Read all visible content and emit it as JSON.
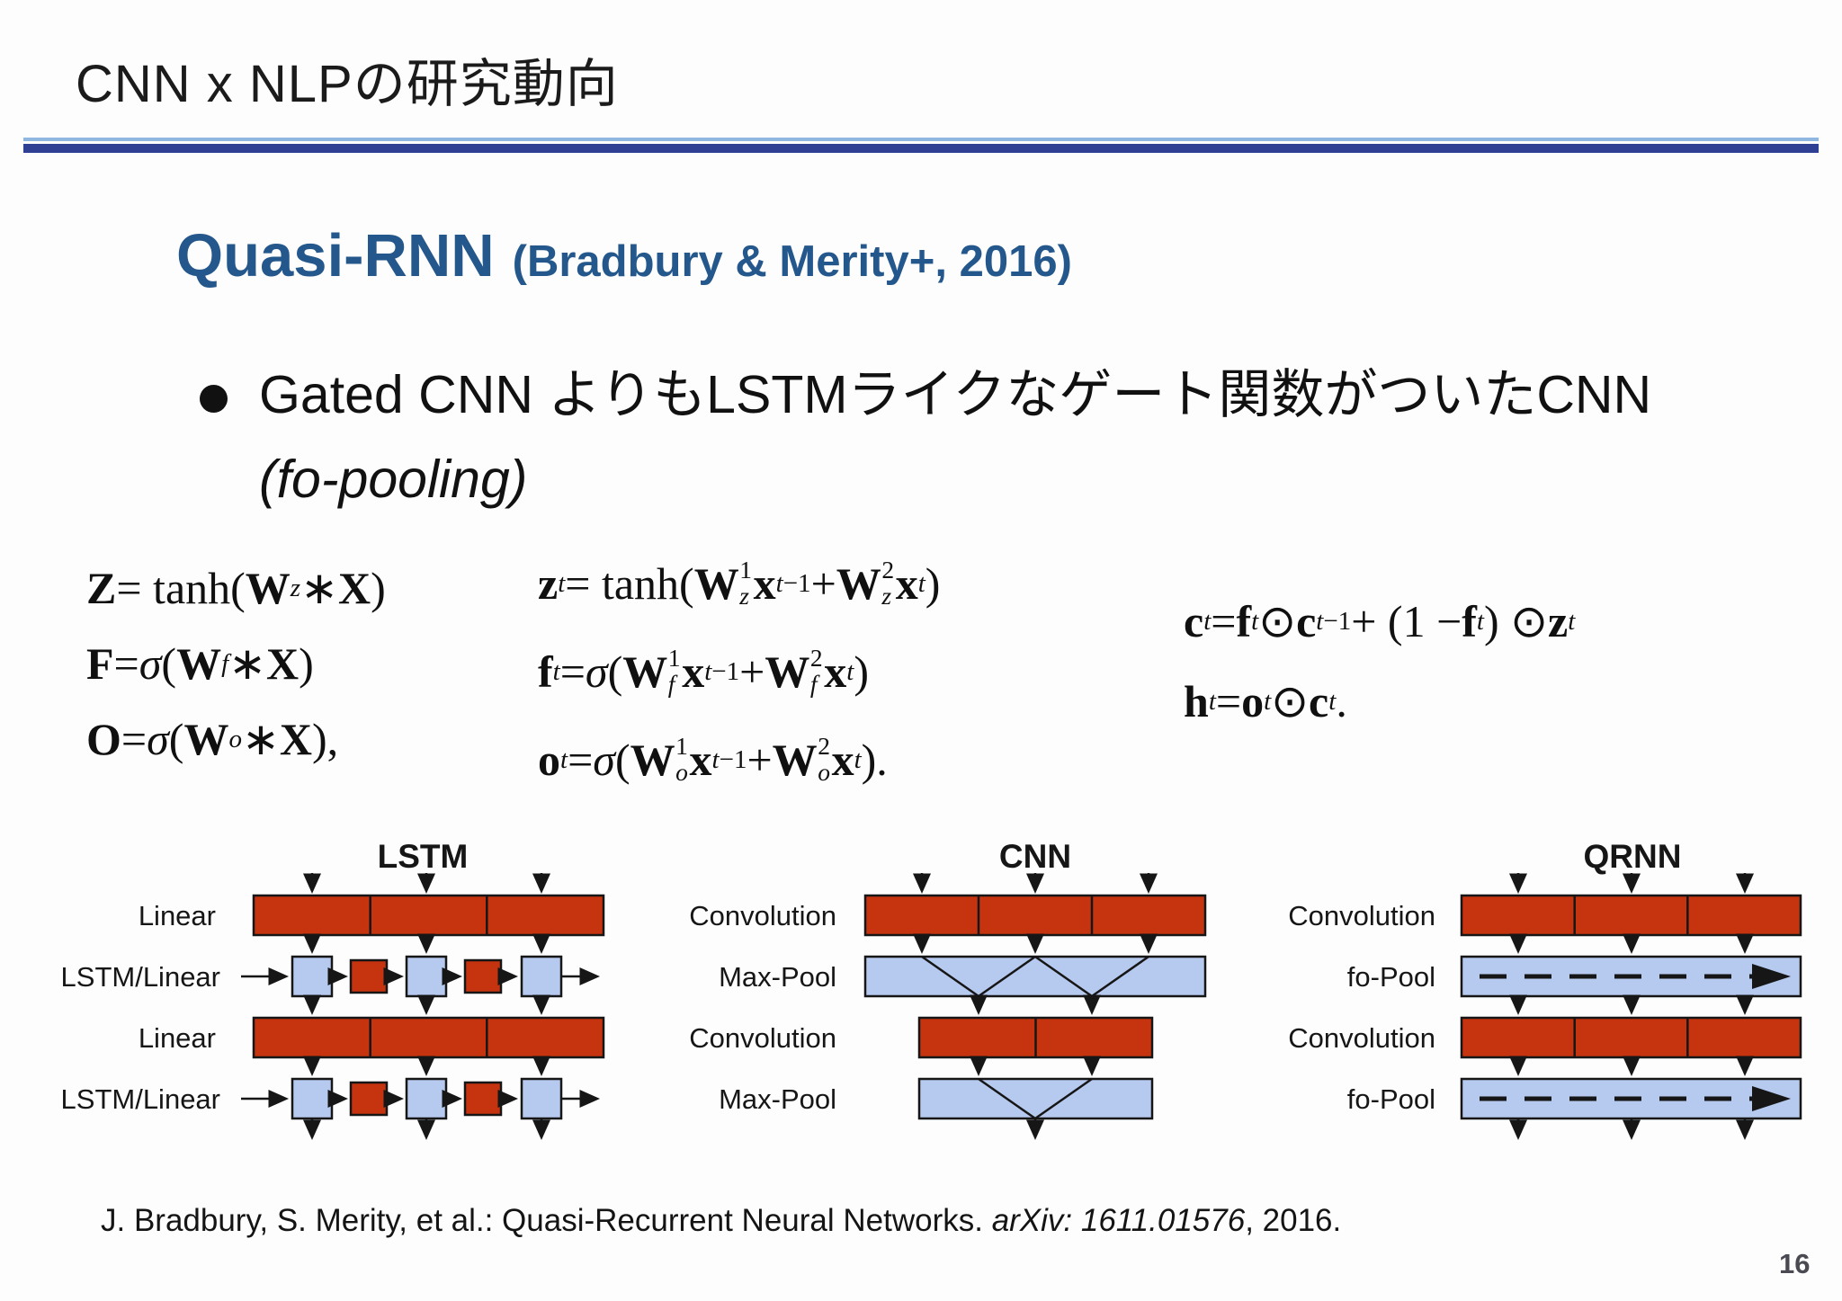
{
  "page": {
    "title": "CNN x NLPの研究動向",
    "page_number": "16"
  },
  "heading": {
    "main": "Quasi-RNN",
    "sub": "(Bradbury & Merity+, 2016)"
  },
  "bullet": {
    "line1": "Gated CNN よりもLSTMライクなゲート関数がついたCNN",
    "line2_html": "<i>(fo-pooling)</i>"
  },
  "equations": {
    "conv": [
      "<b>Z</b> = tanh(<b>W</b><sub><i>z</i></sub> ∗ <b>X</b>)",
      "<b>F</b> = <i>σ</i>(<b>W</b><sub><i>f</i></sub> ∗ <b>X</b>)",
      "<b>O</b> = <i>σ</i>(<b>W</b><sub><i>o</i></sub> ∗ <b>X</b>),"
    ],
    "seq": [
      "<b>z</b><sub><i>t</i></sub> = tanh(<b>W</b><span class='ss'><span>1</span><span><i>z</i></span></span><b>x</b><sub><i>t</i>−1</sub> + <b>W</b><span class='ss'><span>2</span><span><i>z</i></span></span><b>x</b><sub><i>t</i></sub>)",
      "<b>f</b><sub><i>t</i></sub> = <i>σ</i>(<b>W</b><span class='ss'><span>1</span><span><i>f</i></span></span><b>x</b><sub><i>t</i>−1</sub> + <b>W</b><span class='ss'><span>2</span><span><i>f</i></span></span><b>x</b><sub><i>t</i></sub>)",
      "<b>o</b><sub><i>t</i></sub> = <i>σ</i>(<b>W</b><span class='ss'><span>1</span><span><i>o</i></span></span><b>x</b><sub><i>t</i>−1</sub> + <b>W</b><span class='ss'><span>2</span><span><i>o</i></span></span><b>x</b><sub><i>t</i></sub>)."
    ],
    "pool": [
      "<b>c</b><sub><i>t</i></sub> = <b>f</b><sub><i>t</i></sub> ⊙ <b>c</b><sub><i>t</i>−1</sub> + (1 − <b>f</b><sub><i>t</i></sub>) ⊙ <b>z</b><sub><i>t</i></sub>",
      "<b>h</b><sub><i>t</i></sub> = <b>o</b><sub><i>t</i></sub> ⊙ <b>c</b><sub><i>t</i></sub>."
    ]
  },
  "diagram": {
    "columns": [
      {
        "title": "LSTM",
        "row_labels": [
          "Linear",
          "LSTM/Linear",
          "Linear",
          "LSTM/Linear"
        ]
      },
      {
        "title": "CNN",
        "row_labels": [
          "Convolution",
          "Max-Pool",
          "Convolution",
          "Max-Pool"
        ]
      },
      {
        "title": "QRNN",
        "row_labels": [
          "Convolution",
          "fo-Pool",
          "Convolution",
          "fo-Pool"
        ]
      }
    ]
  },
  "citation": {
    "html": "J. Bradbury, S. Merity, et al.: Quasi-Recurrent Neural Networks. <i>arXiv: 1611.01576</i>, 2016."
  },
  "colors": {
    "red": "#c5330f",
    "blue": "#b6c9ef",
    "rule_dark": "#2e3f94",
    "rule_light": "#8fb7df",
    "heading": "#24578b",
    "ink": "#161616",
    "page_num": "#4a4a52"
  }
}
